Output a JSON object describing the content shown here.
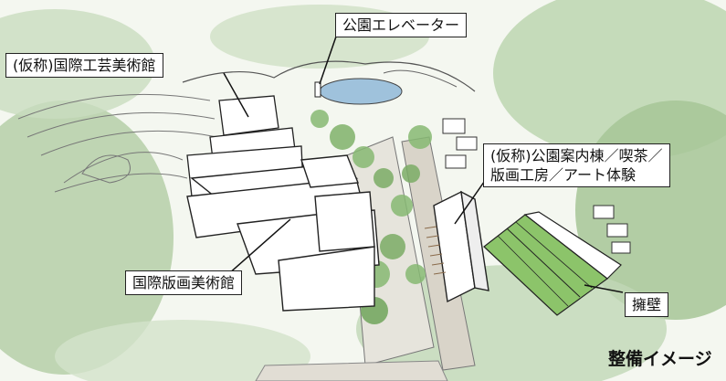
{
  "labels": {
    "park_elevator": "公園エレベーター",
    "craft_museum": "(仮称)国際工芸美術館",
    "guide_building_line1": "(仮称)公園案内棟／喫茶／",
    "guide_building_line2": "版画工房／アート体験",
    "print_museum": "国際版画美術館",
    "retaining_wall": "擁壁"
  },
  "caption": "整備イメージ",
  "colors": {
    "greenery": "#6f9f5a",
    "greenery_light": "#a9c99a",
    "wall_fill": "#8cc46a",
    "line": "#222222"
  }
}
